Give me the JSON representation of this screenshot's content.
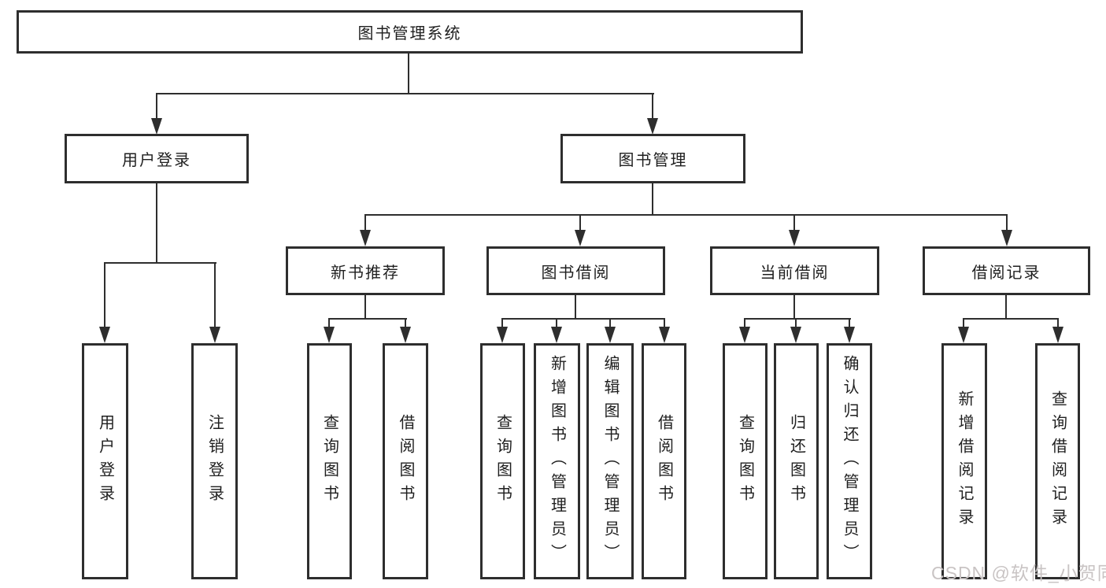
{
  "tree": {
    "root": {
      "label": "图书管理系统"
    },
    "level2": [
      {
        "label": "用户登录",
        "children": [
          {
            "label": "用户登录"
          },
          {
            "label": "注销登录"
          }
        ]
      },
      {
        "label": "图书管理",
        "children": [
          {
            "label": "新书推荐",
            "children": [
              {
                "label": "查询图书"
              },
              {
                "label": "借阅图书"
              }
            ]
          },
          {
            "label": "图书借阅",
            "children": [
              {
                "label": "查询图书"
              },
              {
                "label": "新增图书（管理员）"
              },
              {
                "label": "编辑图书（管理员）"
              },
              {
                "label": "借阅图书"
              }
            ]
          },
          {
            "label": "当前借阅",
            "children": [
              {
                "label": "查询图书"
              },
              {
                "label": "归还图书"
              },
              {
                "label": "确认归还（管理员）"
              }
            ]
          },
          {
            "label": "借阅记录",
            "children": [
              {
                "label": "新增借阅记录"
              },
              {
                "label": "查询借阅记录"
              }
            ]
          }
        ]
      }
    ]
  },
  "watermark": {
    "text": "CSDN @软件_小贺同学"
  },
  "colors": {
    "line": "#2e2e2e",
    "box_border": "#2e2e2e",
    "text": "#1f1f1f",
    "background": "#ffffff",
    "watermark": "#c9c4c4"
  }
}
